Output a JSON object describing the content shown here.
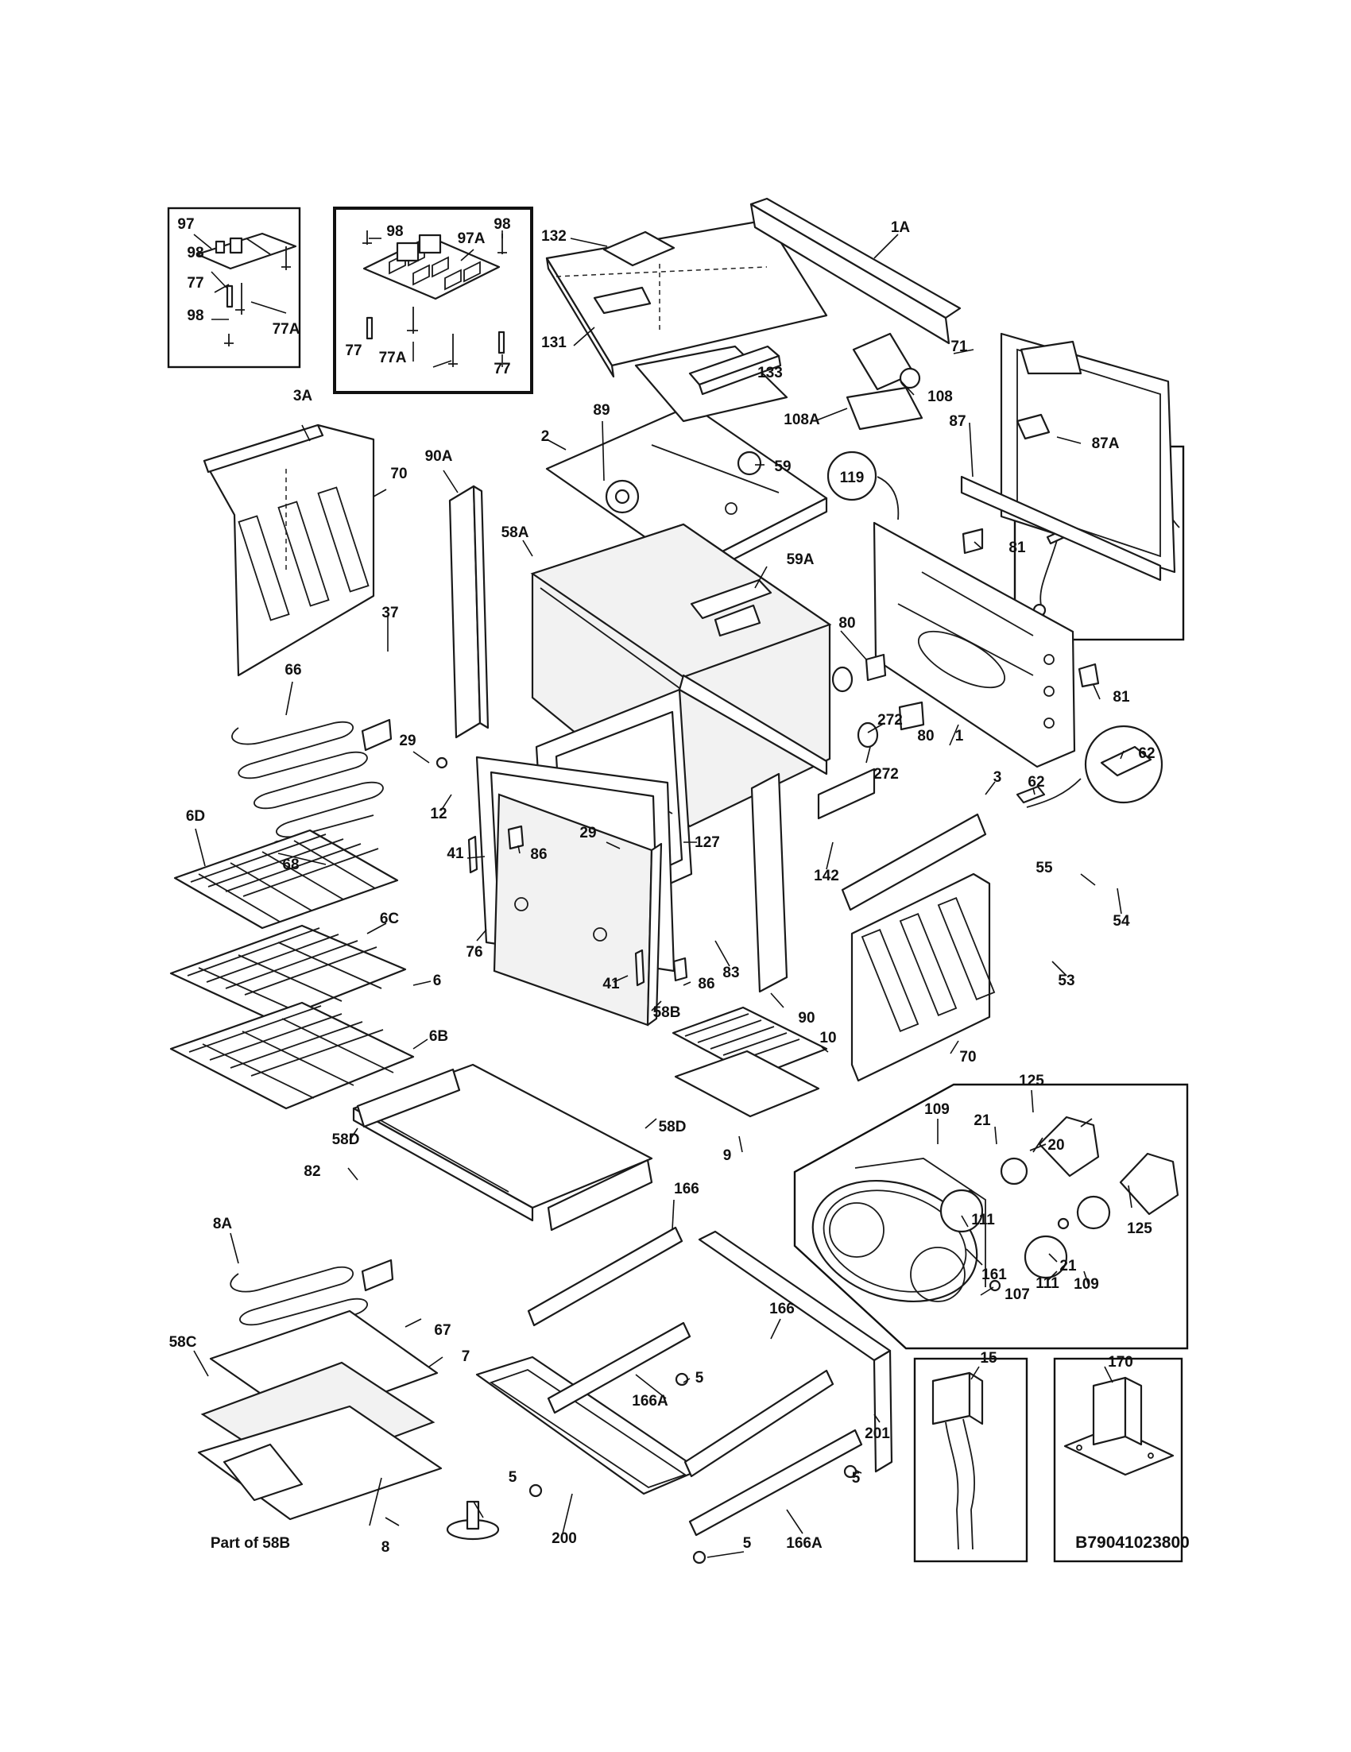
{
  "diagram_code": "B79041023800",
  "part_of_label": "Part of 58B",
  "callouts": [
    {
      "id": "c97",
      "text": "97"
    },
    {
      "id": "c98a",
      "text": "98"
    },
    {
      "id": "c77a1",
      "text": "77"
    },
    {
      "id": "c98b",
      "text": "98"
    },
    {
      "id": "c77Aa",
      "text": "77A"
    },
    {
      "id": "c98c",
      "text": "98"
    },
    {
      "id": "c97A",
      "text": "97A"
    },
    {
      "id": "c98d",
      "text": "98"
    },
    {
      "id": "c77b",
      "text": "77"
    },
    {
      "id": "c77Ab",
      "text": "77A"
    },
    {
      "id": "c77c",
      "text": "77"
    },
    {
      "id": "c132",
      "text": "132"
    },
    {
      "id": "c1A",
      "text": "1A"
    },
    {
      "id": "c131",
      "text": "131"
    },
    {
      "id": "c71",
      "text": "71"
    },
    {
      "id": "c108",
      "text": "108"
    },
    {
      "id": "c133",
      "text": "133"
    },
    {
      "id": "c108A",
      "text": "108A"
    },
    {
      "id": "c87",
      "text": "87"
    },
    {
      "id": "c87A",
      "text": "87A"
    },
    {
      "id": "c3A",
      "text": "3A"
    },
    {
      "id": "c89",
      "text": "89"
    },
    {
      "id": "c2",
      "text": "2"
    },
    {
      "id": "c59",
      "text": "59"
    },
    {
      "id": "c119",
      "text": "119"
    },
    {
      "id": "c70a",
      "text": "70"
    },
    {
      "id": "c90A",
      "text": "90A"
    },
    {
      "id": "c58A",
      "text": "58A"
    },
    {
      "id": "c59A",
      "text": "59A"
    },
    {
      "id": "c81a",
      "text": "81"
    },
    {
      "id": "c37",
      "text": "37"
    },
    {
      "id": "c80a",
      "text": "80"
    },
    {
      "id": "c81b",
      "text": "81"
    },
    {
      "id": "c66",
      "text": "66"
    },
    {
      "id": "c272a",
      "text": "272"
    },
    {
      "id": "c29a",
      "text": "29"
    },
    {
      "id": "c80b",
      "text": "80"
    },
    {
      "id": "c1",
      "text": "1"
    },
    {
      "id": "c62a",
      "text": "62"
    },
    {
      "id": "c272b",
      "text": "272"
    },
    {
      "id": "c12",
      "text": "12"
    },
    {
      "id": "c3",
      "text": "3"
    },
    {
      "id": "c62b",
      "text": "62"
    },
    {
      "id": "c6D",
      "text": "6D"
    },
    {
      "id": "c68",
      "text": "68"
    },
    {
      "id": "c29b",
      "text": "29"
    },
    {
      "id": "c127",
      "text": "127"
    },
    {
      "id": "c142",
      "text": "142"
    },
    {
      "id": "c41a",
      "text": "41"
    },
    {
      "id": "c86a",
      "text": "86"
    },
    {
      "id": "c6C",
      "text": "6C"
    },
    {
      "id": "c55",
      "text": "55"
    },
    {
      "id": "c54",
      "text": "54"
    },
    {
      "id": "c76",
      "text": "76"
    },
    {
      "id": "c83",
      "text": "83"
    },
    {
      "id": "c6",
      "text": "6"
    },
    {
      "id": "c53",
      "text": "53"
    },
    {
      "id": "c41b",
      "text": "41"
    },
    {
      "id": "c86b",
      "text": "86"
    },
    {
      "id": "c58B",
      "text": "58B"
    },
    {
      "id": "c90",
      "text": "90"
    },
    {
      "id": "c6B",
      "text": "6B"
    },
    {
      "id": "c10",
      "text": "10"
    },
    {
      "id": "c70b",
      "text": "70"
    },
    {
      "id": "c125a",
      "text": "125"
    },
    {
      "id": "c58Da",
      "text": "58D"
    },
    {
      "id": "c58Db",
      "text": "58D"
    },
    {
      "id": "c9",
      "text": "9"
    },
    {
      "id": "c109a",
      "text": "109"
    },
    {
      "id": "c21a",
      "text": "21"
    },
    {
      "id": "c20",
      "text": "20"
    },
    {
      "id": "c82",
      "text": "82"
    },
    {
      "id": "c166a",
      "text": "166"
    },
    {
      "id": "c8A",
      "text": "8A"
    },
    {
      "id": "c111a",
      "text": "111"
    },
    {
      "id": "c21b",
      "text": "21"
    },
    {
      "id": "c125b",
      "text": "125"
    },
    {
      "id": "c161",
      "text": "161"
    },
    {
      "id": "c111b",
      "text": "111"
    },
    {
      "id": "c109b",
      "text": "109"
    },
    {
      "id": "c67",
      "text": "67"
    },
    {
      "id": "c107",
      "text": "107"
    },
    {
      "id": "c166b",
      "text": "166"
    },
    {
      "id": "c58C",
      "text": "58C"
    },
    {
      "id": "c7",
      "text": "7"
    },
    {
      "id": "c15",
      "text": "15"
    },
    {
      "id": "c170",
      "text": "170"
    },
    {
      "id": "c5a",
      "text": "5"
    },
    {
      "id": "c166Aa",
      "text": "166A"
    },
    {
      "id": "c201",
      "text": "201"
    },
    {
      "id": "c5b",
      "text": "5"
    },
    {
      "id": "c5c",
      "text": "5"
    },
    {
      "id": "c166Ab",
      "text": "166A"
    },
    {
      "id": "c5d",
      "text": "5"
    },
    {
      "id": "c8",
      "text": "8"
    },
    {
      "id": "c200",
      "text": "200"
    }
  ]
}
